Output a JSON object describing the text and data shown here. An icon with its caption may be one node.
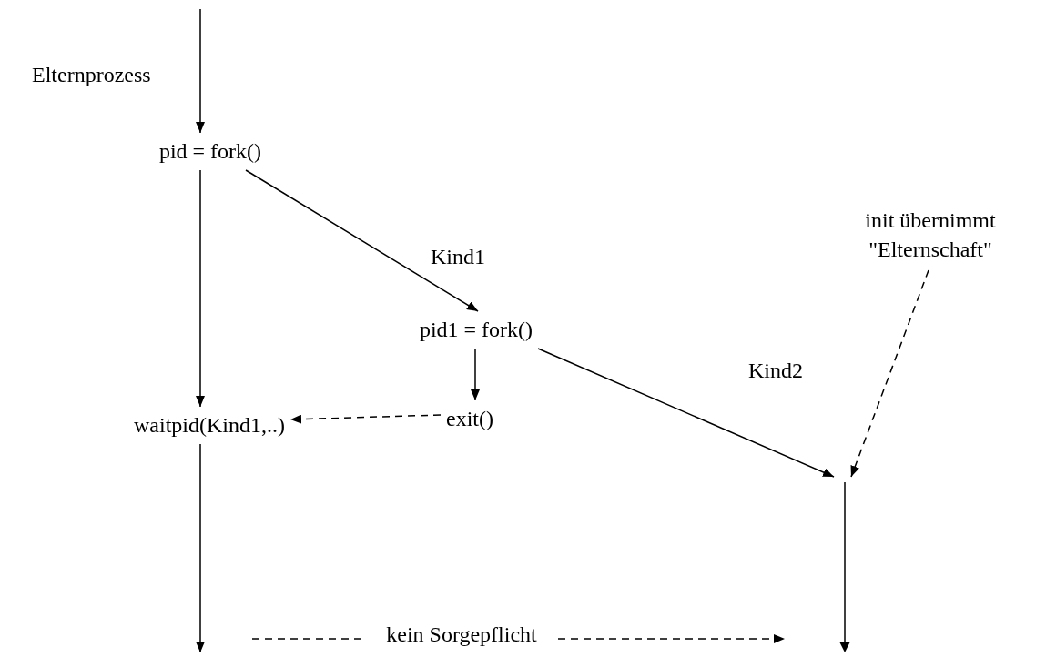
{
  "diagram": {
    "nodes": [
      {
        "text": [
          "pid = fork()"
        ]
      },
      {
        "text": [
          "pid1 = fork()"
        ]
      },
      {
        "text": [
          "exit()"
        ]
      },
      {
        "text": [
          "waitpid(Kind1,..)"
        ]
      },
      {
        "text": [],
        "shape": "bar"
      },
      {
        "text": [
          "init übernimmt \"Elternschaft\""
        ]
      }
    ],
    "edges": [
      {
        "from": null,
        "to": 0,
        "arrow": "to",
        "label": "Elternprozess"
      },
      {
        "from": 0,
        "to": 1,
        "arrow": "to",
        "label": "Kind1"
      },
      {
        "from": 0,
        "to": 3,
        "arrow": "to"
      },
      {
        "from": 1,
        "to": 2,
        "arrow": "to"
      },
      {
        "from": 2,
        "to": 3,
        "arrow": "to",
        "style": "dashed"
      },
      {
        "from": 1,
        "to": 4,
        "arrow": "to",
        "label": "Kind2"
      },
      {
        "from": 5,
        "to": 4,
        "arrow": "to",
        "style": "dashed"
      },
      {
        "from": 3,
        "to": null,
        "arrow": "to"
      }
    ],
    "labels": [
      "kein Sorgepflicht"
    ]
  }
}
